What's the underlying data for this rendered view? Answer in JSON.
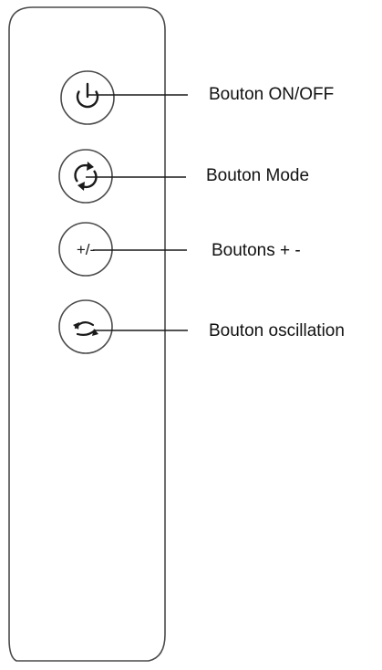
{
  "callouts": {
    "power": "Bouton ON/OFF",
    "mode": "Bouton Mode",
    "plus_minus": "Boutons + -",
    "oscillation": "Bouton oscillation"
  },
  "buttons": {
    "plus_minus_glyph": "+/-"
  },
  "icons": {
    "power": "power-icon",
    "mode": "rotate-arrows-icon",
    "oscillation": "oscillation-arrows-icon"
  },
  "colors": {
    "stroke": "#4a4a4a",
    "text": "#111111"
  }
}
